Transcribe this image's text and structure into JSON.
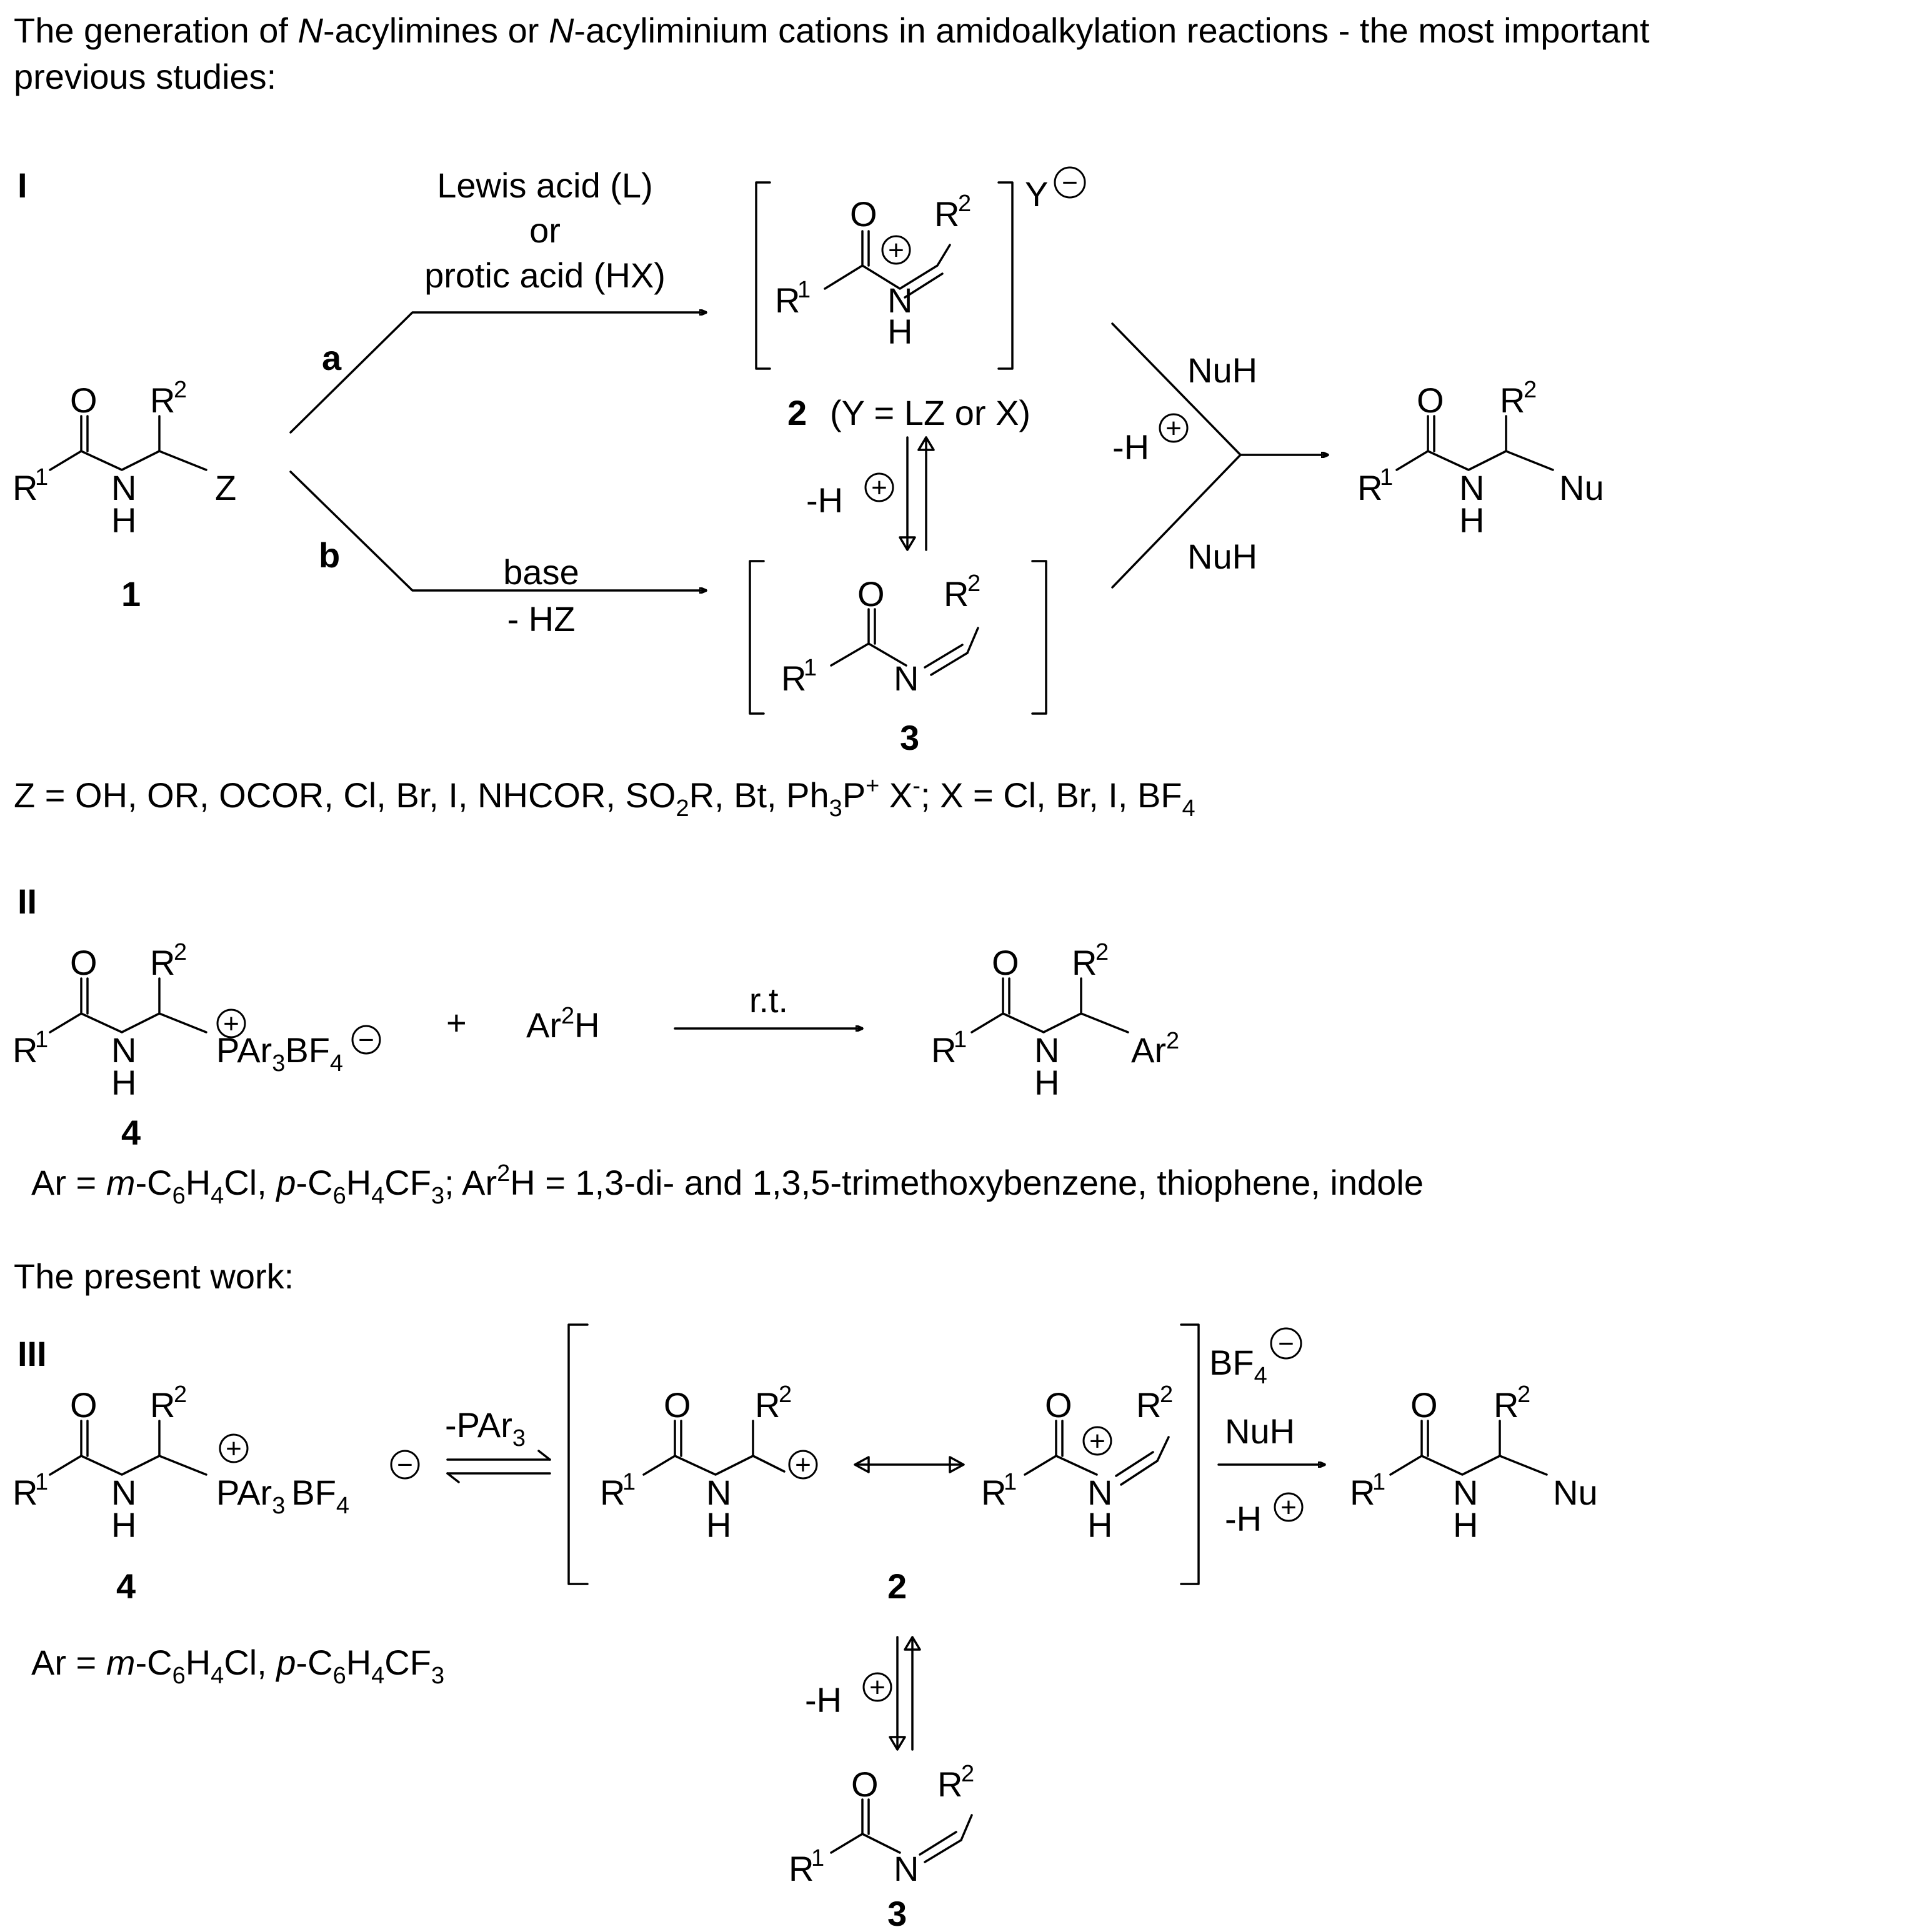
{
  "heading_line1": "The generation of N-acylimines or N-acyliminium cations in amidoalkylation reactions - the most important",
  "heading_line2": "previous studies:",
  "present_work": "The present work:",
  "common": {
    "O": "O",
    "N": "N",
    "H": "H",
    "R": "R",
    "one": "1",
    "two": "2",
    "three": "3",
    "four": "4",
    "Y": "Y",
    "Z": "Z",
    "Nu": "Nu",
    "NuH": "NuH",
    "minus_H": "-H",
    "plus": "+",
    "minus_sign": "−",
    "plus_sign": "+",
    "PAr": "PAr",
    "BF": "BF",
    "Ar": "Ar"
  },
  "section_I": {
    "label": "I",
    "route_a": "a",
    "route_b": "b",
    "cond_a_line1": "Lewis acid (L)",
    "cond_a_line2": "or",
    "cond_a_line3": "protic acid (HX)",
    "cond_b_line1": "base",
    "cond_b_line2": "- HZ",
    "compound_2_caption": "(Y = LZ or X)",
    "footnote_prefix": "Z = OH, OR, OCOR, Cl, Br, I, NHCOR, SO",
    "footnote_r": "R, Bt, Ph",
    "footnote_p": "P",
    "footnote_x": " X",
    "footnote_tail": "; X = Cl, Br, I, BF",
    "sub_2": "2",
    "sub_3": "3",
    "sub_4": "4",
    "sup_plus": "+",
    "sup_minus": "-"
  },
  "section_II": {
    "label": "II",
    "reagent": "Ar²H",
    "condition": "r.t.",
    "note_1": "Ar = ",
    "note_m": "m",
    "note_2": "-C",
    "note_3": "H",
    "note_4": "Cl, ",
    "note_p": "p",
    "note_5": "CF",
    "note_6": "; Ar",
    "note_7": "H = 1,3-di- and 1,3,5-trimethoxybenzene, thiophene, indole",
    "sub6": "6",
    "sub4": "4",
    "sub3": "3",
    "sup2": "2"
  },
  "section_III": {
    "label": "III",
    "cond_1": "-PAr",
    "cond_1_sub": "3",
    "note": "Ar = m-C6H4Cl, p-C6H4CF3"
  }
}
